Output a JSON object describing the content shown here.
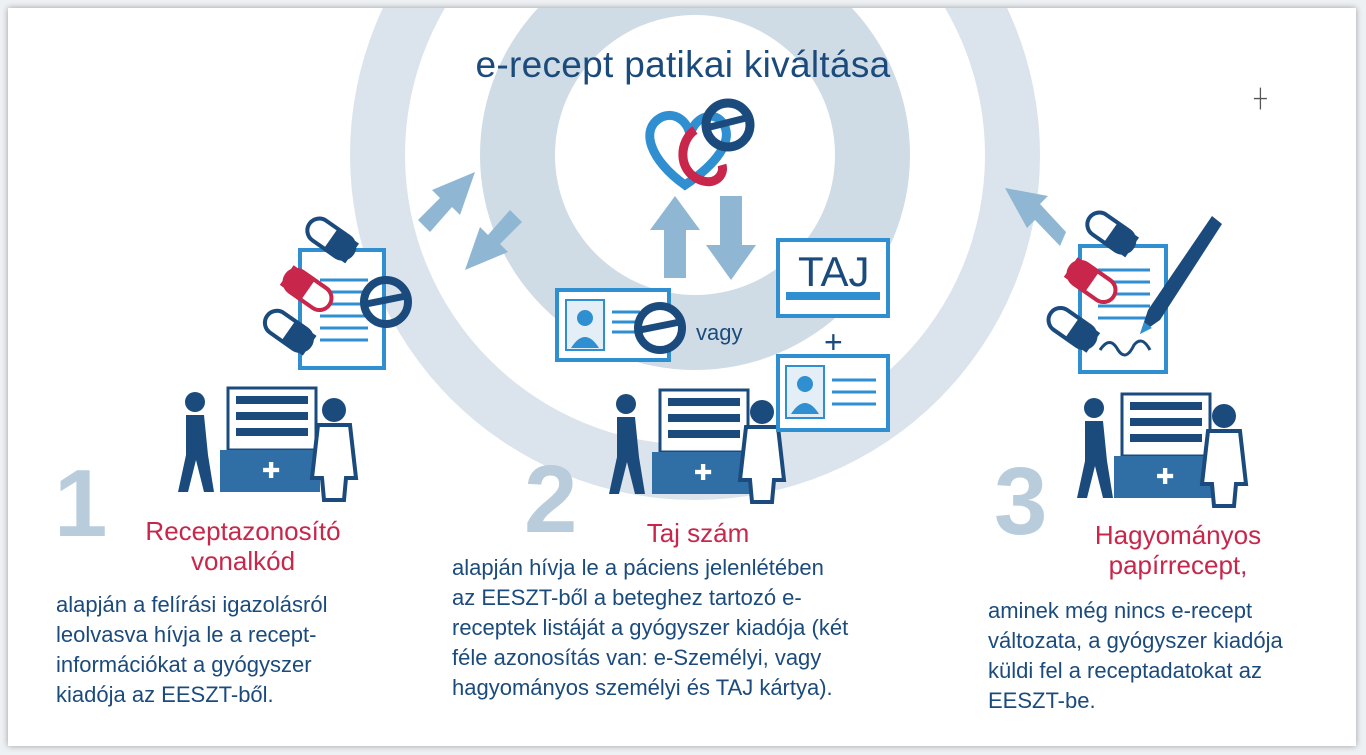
{
  "title": "e-recept patikai kiváltása",
  "icons": {
    "logo": "e-recept-heart-logo",
    "cursor": "crosshair-cursor"
  },
  "colors": {
    "navy": "#1b4b7d",
    "blue": "#2f6fa6",
    "light_blue": "#8fb6d3",
    "red": "#c8264a",
    "ring": "#cfdbe5"
  },
  "vagy": "vagy",
  "taj_card": "TAJ",
  "plus": "+",
  "steps": [
    {
      "number": "1",
      "heading_line1": "Receptazonosító",
      "heading_line2": "vonalkód",
      "text_lines": [
        "alapján a felírási igazolásról",
        "leolvasva hívja le a recept-",
        "információkat a gyógyszer",
        "kiadója az EESZT-ből."
      ]
    },
    {
      "number": "2",
      "heading_line1": "Taj szám",
      "text_lines": [
        "alapján hívja le a páciens jelenlétében",
        "az EESZT-ből a beteghez tartozó e-",
        "receptek listáját a gyógyszer kiadója (két",
        "féle azonosítás van: e-Személyi, vagy",
        "hagyományos személyi és TAJ kártya)."
      ]
    },
    {
      "number": "3",
      "heading_line1": "Hagyományos",
      "heading_line2": "papírrecept,",
      "text_lines": [
        "aminek még nincs e-recept",
        "változata, a gyógyszer kiadója",
        "küldi fel a receptadatokat az",
        "EESZT-be."
      ]
    }
  ]
}
